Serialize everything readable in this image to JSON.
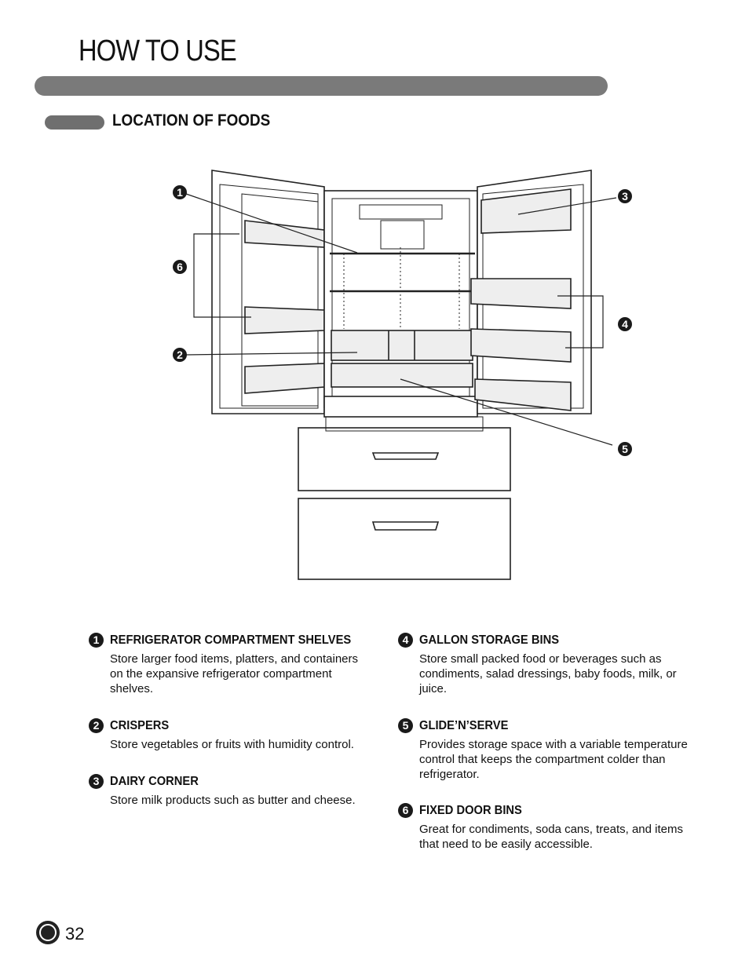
{
  "header": {
    "title": "HOW TO USE"
  },
  "section": {
    "title": "LOCATION OF FOODS"
  },
  "diagram": {
    "callouts": [
      "1",
      "2",
      "3",
      "4",
      "5",
      "6"
    ]
  },
  "items": [
    {
      "num": "1",
      "heading": "REFRIGERATOR COMPARTMENT SHELVES",
      "body": "Store larger food items, platters, and containers on the expansive refrigerator compartment shelves."
    },
    {
      "num": "2",
      "heading": "CRISPERS",
      "body": "Store vegetables or fruits with humidity control."
    },
    {
      "num": "3",
      "heading": "DAIRY CORNER",
      "body": "Store milk products such as butter and cheese."
    },
    {
      "num": "4",
      "heading": "GALLON STORAGE BINS",
      "body": "Store small packed food or beverages such as condiments, salad dressings, baby foods, milk, or juice."
    },
    {
      "num": "5",
      "heading": "GLIDE’N’SERVE",
      "body": "Provides storage space with a variable temperature control that keeps the compartment colder than refrigerator."
    },
    {
      "num": "6",
      "heading": "FIXED DOOR BINS",
      "body": "Great for condiments, soda cans, treats, and items that need to be easily accessible."
    }
  ],
  "footer": {
    "logo": "lg-logo-icon",
    "page_number": "32"
  }
}
